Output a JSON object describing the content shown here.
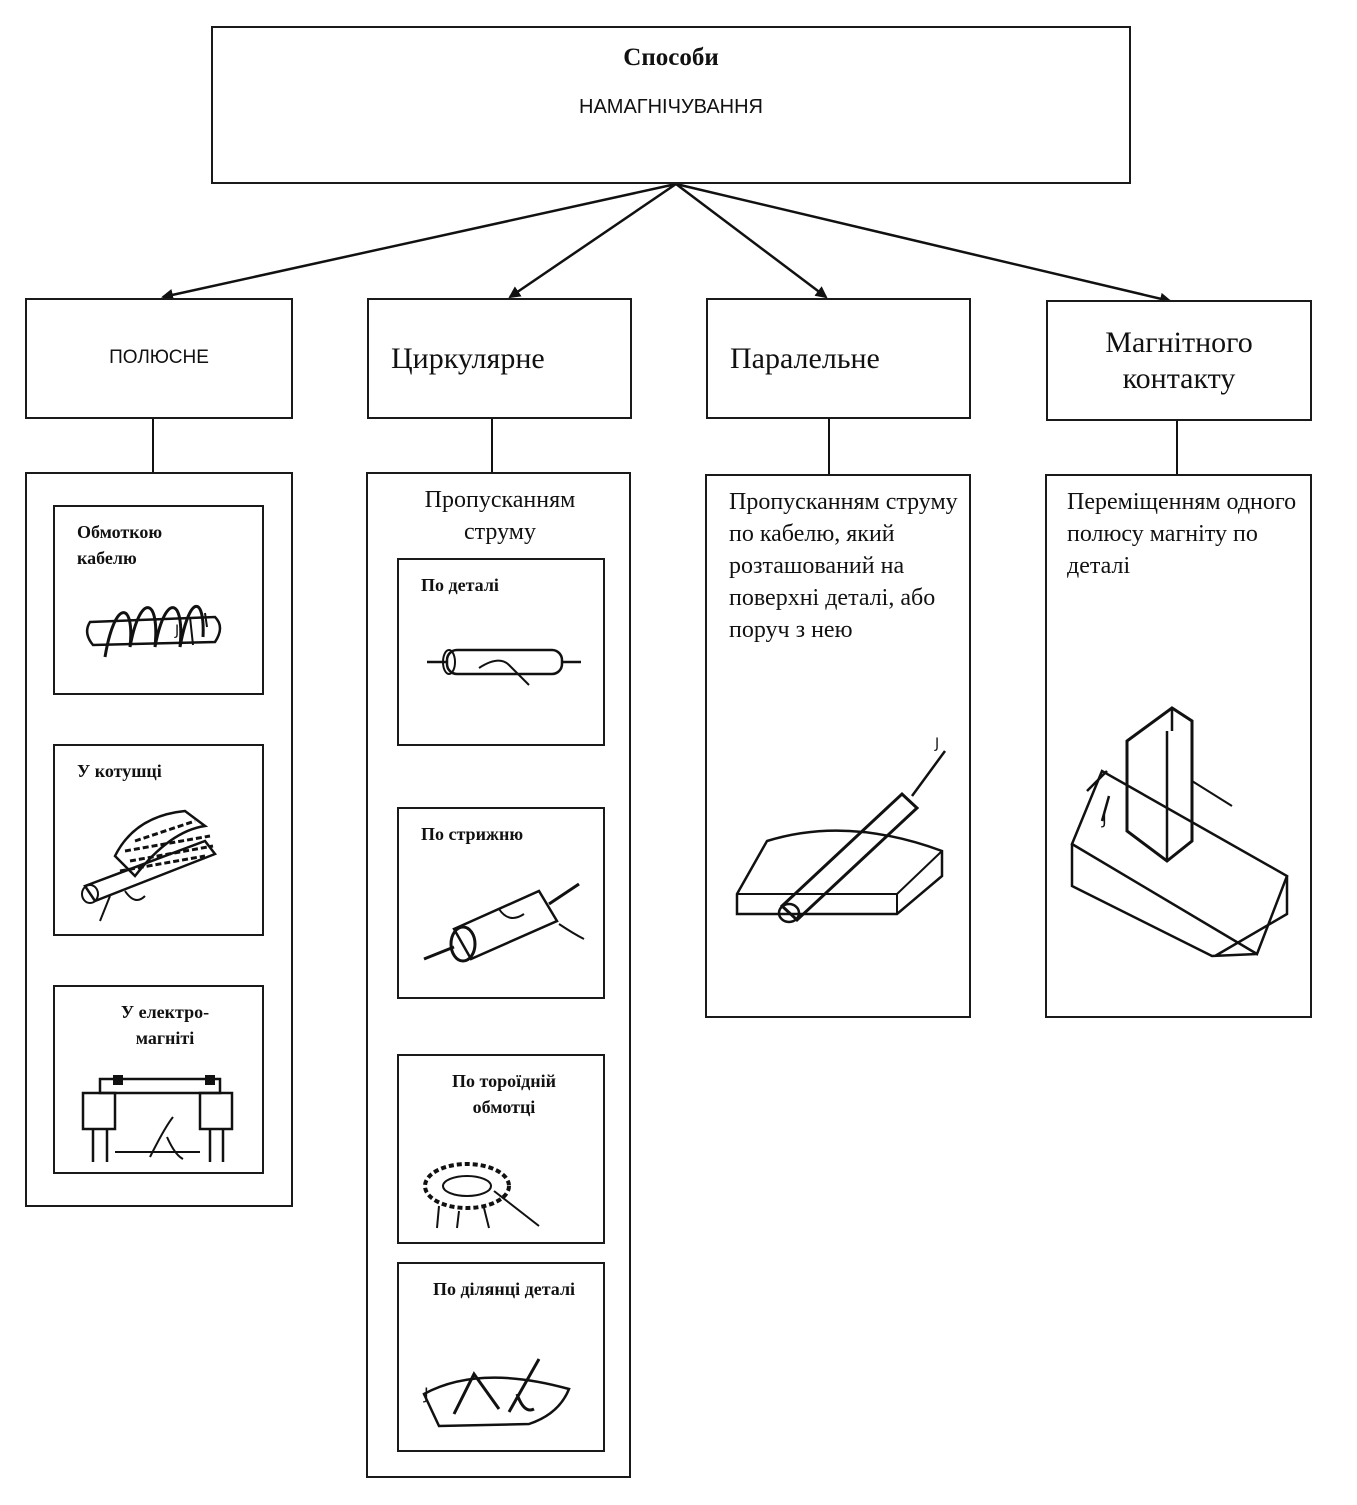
{
  "root": {
    "line1": "Способи",
    "line2": "НАМАГНІЧУВАННЯ"
  },
  "methods": [
    {
      "label": "ПОЛЮСНЕ",
      "items": [
        "Обмоткою кабелю",
        "У котушці",
        "У електро-магніті"
      ]
    },
    {
      "label": "Циркулярне",
      "description": "Пропусканням струму",
      "items": [
        "По деталі",
        "По стрижню",
        "По тороїдній обмотці",
        "По ділянці деталі"
      ]
    },
    {
      "label": "Паралельне",
      "description": "Пропусканням струму по кабелю, який розташований на поверхні деталі, або поруч з нею"
    },
    {
      "label": "Магнітного контакту",
      "description": "Переміщенням одного полюсу магніту по деталі"
    }
  ]
}
